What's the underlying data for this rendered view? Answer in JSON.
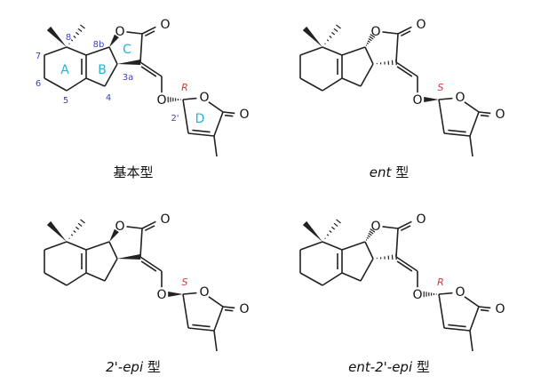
{
  "colors": {
    "bond": "#222222",
    "ring_label": "#1fb5d6",
    "atom_number": "#4040c0",
    "descriptor": "#e0343c"
  },
  "atoms": {
    "oxygen": "O"
  },
  "ring_labels": [
    "A",
    "B",
    "C",
    "D"
  ],
  "atom_numbers": [
    "8",
    "8b",
    "7",
    "6",
    "5",
    "4",
    "3a",
    "2'"
  ],
  "structures": [
    {
      "caption_italic": "",
      "caption_suffix": "基本型",
      "descriptor": "R",
      "core_stereo": "wedge",
      "side_stereo": "hash",
      "show_numbering": true
    },
    {
      "caption_italic": "ent",
      "caption_suffix": " 型",
      "descriptor": "S",
      "core_stereo": "hash",
      "side_stereo": "wedge",
      "show_numbering": false
    },
    {
      "caption_italic": "2'-epi",
      "caption_suffix": " 型",
      "descriptor": "S",
      "core_stereo": "wedge",
      "side_stereo": "wedge",
      "show_numbering": false
    },
    {
      "caption_italic": "ent-2'-epi",
      "caption_suffix": " 型",
      "descriptor": "R",
      "core_stereo": "hash",
      "side_stereo": "hash",
      "show_numbering": false
    }
  ]
}
